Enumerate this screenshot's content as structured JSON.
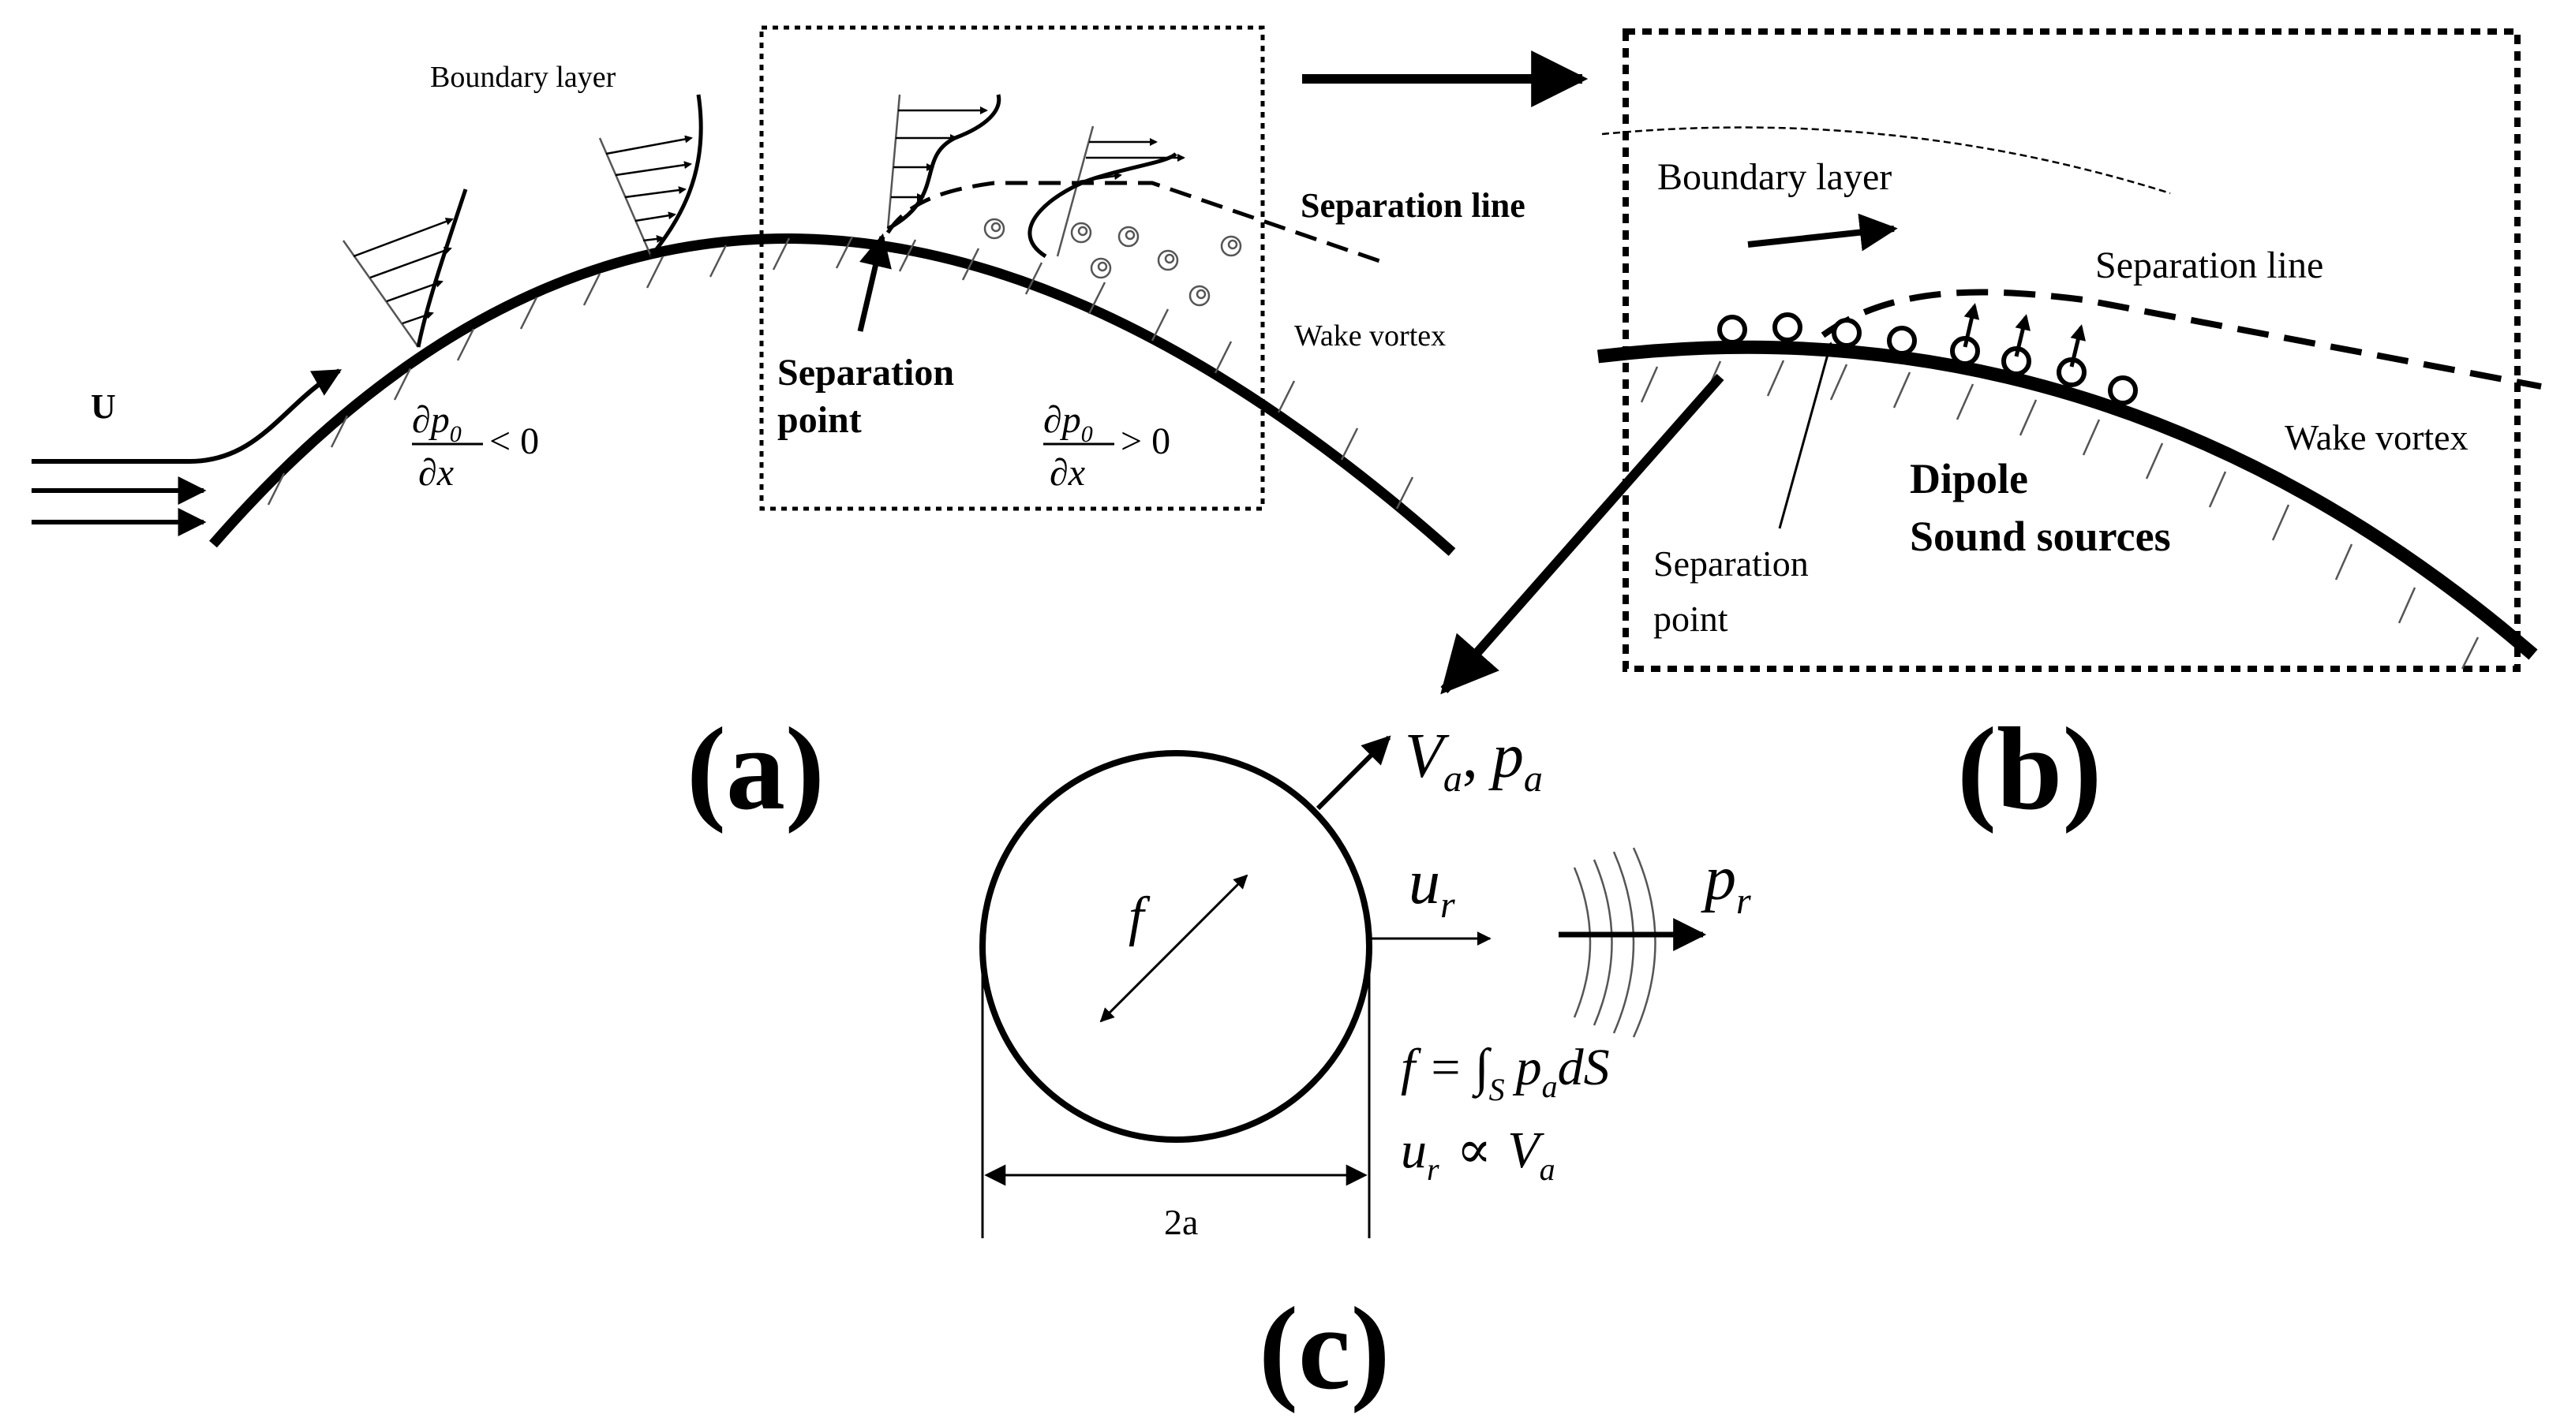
{
  "panel_a": {
    "flow_label": "U",
    "boundary_layer_label": "Boundary layer",
    "separation_line_label": "Separation line",
    "wake_vortex_label": "Wake vortex",
    "separation_point_label_1": "Separation",
    "separation_point_label_2": "point",
    "grad_num": "∂p",
    "grad_sub": "0",
    "grad_den": "∂x",
    "grad_neg": "< 0",
    "grad_pos": "> 0",
    "panel_label": "(a)"
  },
  "panel_b": {
    "boundary_layer_label": "Boundary layer",
    "separation_line_label": "Separation line",
    "wake_vortex_label": "Wake vortex",
    "dipole_label_1": "Dipole",
    "dipole_label_2": "Sound sources",
    "separation_point_label_1": "Separation",
    "separation_point_label_2": "point",
    "panel_label": "(b)"
  },
  "panel_c": {
    "force_label": "f",
    "va": "V",
    "va_sub": "a",
    "comma": ",",
    "pa": "p",
    "pa_sub": "a",
    "ur": "u",
    "ur_sub": "r",
    "pr": "p",
    "pr_sub": "r",
    "eq1_lhs": "f",
    "eq1_eq": "=",
    "eq1_int": "∫",
    "eq1_int_sub": "S",
    "eq1_p": "p",
    "eq1_p_sub": "a",
    "eq1_ds": "dS",
    "eq2_u": "u",
    "eq2_u_sub": "r",
    "eq2_prop": "∝",
    "eq2_v": "V",
    "eq2_v_sub": "a",
    "diameter_label": "2a",
    "panel_label": "(c)"
  }
}
